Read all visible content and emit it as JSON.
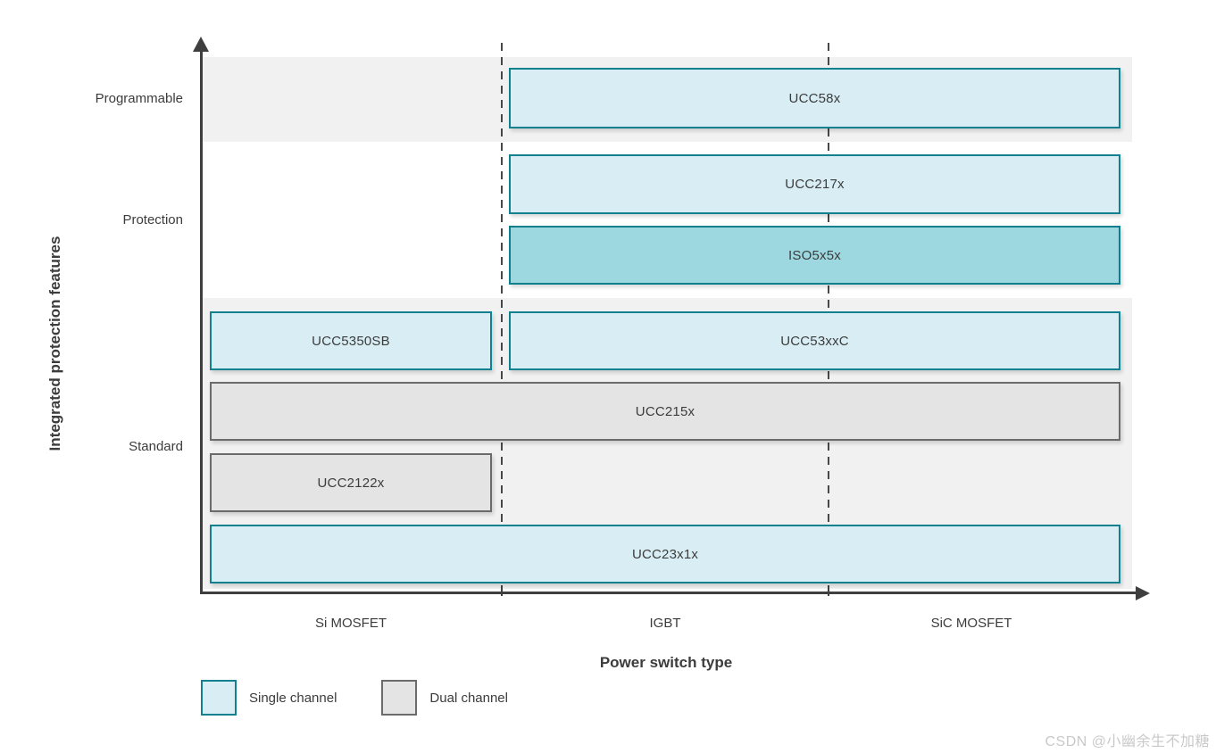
{
  "colors": {
    "single_fill": "#d8eef4",
    "single_border": "#11818f",
    "iso_fill": "#9dd7df",
    "iso_border": "#0f7f8d",
    "dual_fill": "#e4e4e4",
    "dual_border": "#6b6b6b",
    "band_background": "#f1f1f1",
    "axis": "#3f3f3f",
    "text": "#3c3c3c",
    "watermark": "#c9c9c9"
  },
  "chart_data": {
    "type": "bar",
    "xlabel": "Power switch type",
    "ylabel": "Integrated protection features",
    "x_categories": [
      "Si MOSFET",
      "IGBT",
      "SiC MOSFET"
    ],
    "y_categories": [
      "Programmable",
      "Protection",
      "Standard"
    ],
    "legend_position": "bottom-left",
    "legend": [
      {
        "label": "Single channel",
        "fill": "#d8eef4",
        "border": "#11818f"
      },
      {
        "label": "Dual channel",
        "fill": "#e4e4e4",
        "border": "#6b6b6b"
      }
    ],
    "bars": [
      {
        "label": "UCC58x",
        "y_category": "Programmable",
        "x_span": [
          "IGBT",
          "SiC MOSFET"
        ],
        "channel": "Single channel",
        "row": 0,
        "fill": "#d8eef4",
        "border": "#11818f"
      },
      {
        "label": "UCC217x",
        "y_category": "Protection",
        "x_span": [
          "IGBT",
          "SiC MOSFET"
        ],
        "channel": "Single channel",
        "row": 1,
        "fill": "#d8eef4",
        "border": "#11818f"
      },
      {
        "label": "ISO5x5x",
        "y_category": "Protection",
        "x_span": [
          "IGBT",
          "SiC MOSFET"
        ],
        "channel": "Single channel",
        "row": 2,
        "fill": "#9dd7df",
        "border": "#0f7f8d"
      },
      {
        "label": "UCC5350SB",
        "y_category": "Standard",
        "x_span": [
          "Si MOSFET"
        ],
        "channel": "Single channel",
        "row": 3,
        "fill": "#d8eef4",
        "border": "#11818f"
      },
      {
        "label": "UCC53xxC",
        "y_category": "Standard",
        "x_span": [
          "IGBT",
          "SiC MOSFET"
        ],
        "channel": "Single channel",
        "row": 3,
        "fill": "#d8eef4",
        "border": "#11818f"
      },
      {
        "label": "UCC215x",
        "y_category": "Standard",
        "x_span": [
          "Si MOSFET",
          "IGBT",
          "SiC MOSFET"
        ],
        "channel": "Dual channel",
        "row": 4,
        "fill": "#e4e4e4",
        "border": "#6b6b6b"
      },
      {
        "label": "UCC2122x",
        "y_category": "Standard",
        "x_span": [
          "Si MOSFET"
        ],
        "channel": "Dual channel",
        "row": 5,
        "fill": "#e4e4e4",
        "border": "#6b6b6b"
      },
      {
        "label": "UCC23x1x",
        "y_category": "Standard",
        "x_span": [
          "Si MOSFET",
          "IGBT",
          "SiC MOSFET"
        ],
        "channel": "Single channel",
        "row": 6,
        "fill": "#d8eef4",
        "border": "#11818f"
      }
    ]
  },
  "watermark": "CSDN @小幽余生不加糖"
}
